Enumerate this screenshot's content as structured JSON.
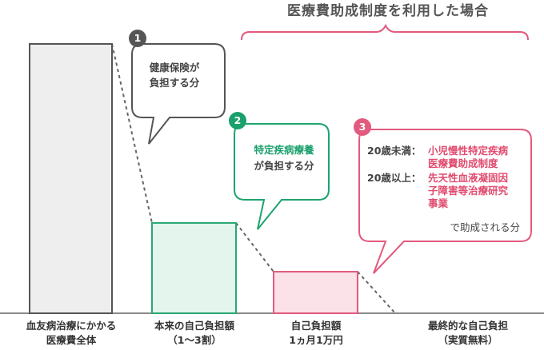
{
  "title": "医療費助成制度を利用した場合",
  "callout1": {
    "number": "1",
    "line1": "健康保険が",
    "line2": "負担する分"
  },
  "callout2": {
    "number": "2",
    "line1": "特定疾病療養",
    "line2": "が負担する分"
  },
  "callout3": {
    "number": "3",
    "row1_label": "20歳未満：",
    "row1_text_line1": "小児慢性特定疾病",
    "row1_text_line2": "医療費助成制度",
    "row2_label": "20歳以上：",
    "row2_text_line1": "先天性血液凝固因",
    "row2_text_line2": "子障害等治療研究",
    "row2_text_line3": "事業",
    "note": "で助成される分"
  },
  "bars": [
    {
      "label_line1": "血友病治療にかかる",
      "label_line2": "医療費全体",
      "fill": "#eeeeee",
      "stroke": "#555555"
    },
    {
      "label_line1": "本来の自己負担額",
      "label_line2": "（1〜3割）",
      "fill": "#e3f5ec",
      "stroke": "#2aa874"
    },
    {
      "label_line1": "自己負担額",
      "label_line2": "1ヵ月1万円",
      "fill": "#fbe1e8",
      "stroke": "#e25a7e"
    },
    {
      "label_line1": "最終的な自己負担",
      "label_line2": "（実質無料）"
    }
  ],
  "colors": {
    "pink": "#e25a7e",
    "green": "#19a06c",
    "gray": "#555555"
  }
}
